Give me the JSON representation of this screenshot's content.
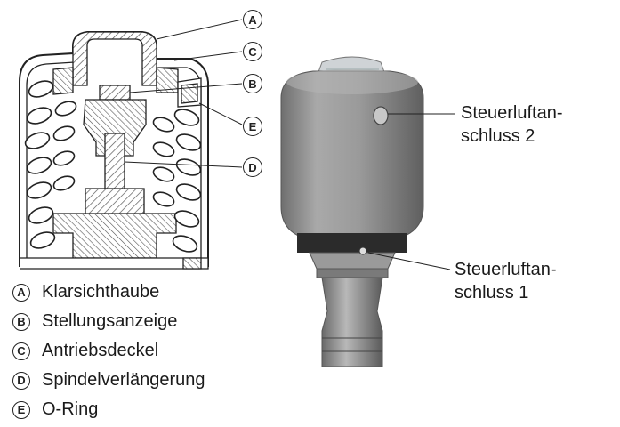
{
  "legend": [
    {
      "letter": "A",
      "text": "Klarsichthaube"
    },
    {
      "letter": "B",
      "text": "Stellungsanzeige"
    },
    {
      "letter": "C",
      "text": "Antriebsdeckel"
    },
    {
      "letter": "D",
      "text": "Spindelverlängerung"
    },
    {
      "letter": "E",
      "text": "O-Ring"
    }
  ],
  "callouts": [
    "A",
    "C",
    "B",
    "E",
    "D"
  ],
  "ports": {
    "port2": {
      "line1": "Steuerluftan-",
      "line2": "schluss 2"
    },
    "port1": {
      "line1": "Steuerluftan-",
      "line2": "schluss 1"
    }
  },
  "colors": {
    "line": "#222222",
    "body_gray": "#8e8e8e",
    "hatch": "#444444"
  }
}
